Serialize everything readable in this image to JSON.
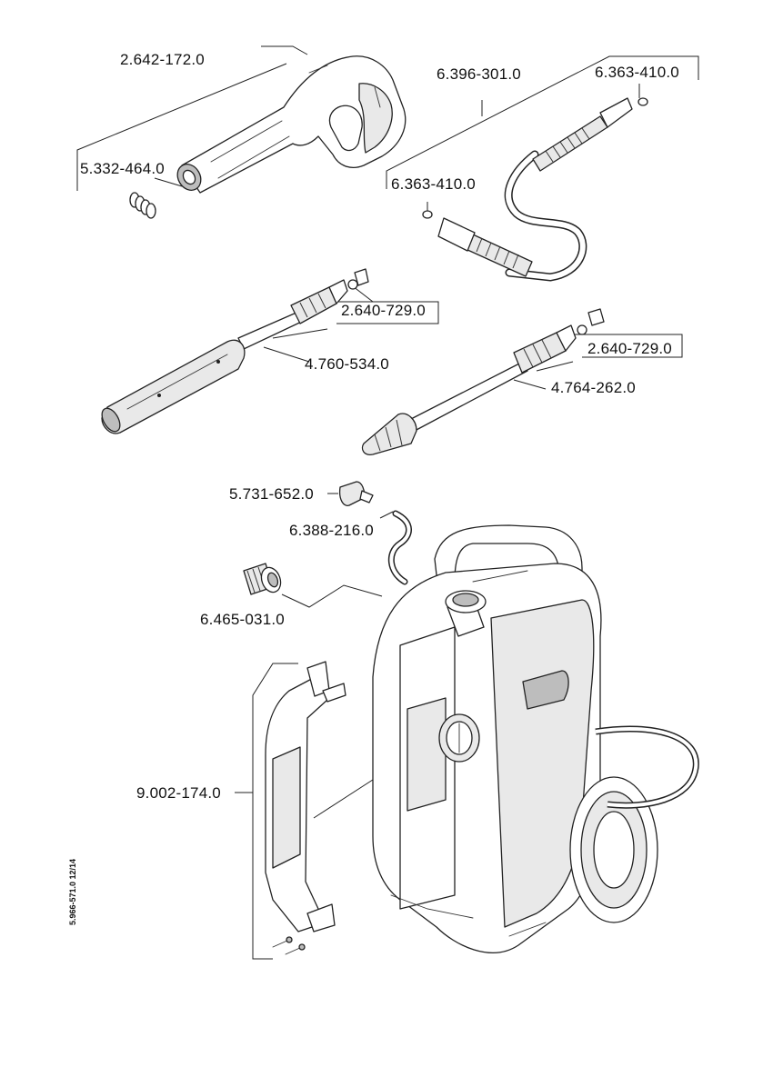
{
  "document_number": "5.966-571.0  12/14",
  "parts": {
    "trigger_gun": "2.642-172.0",
    "spring": "5.332-464.0",
    "hose": "6.396-301.0",
    "oring_top": "6.363-410.0",
    "oring_mid": "6.363-410.0",
    "vario_lance_nozzle": "2.640-729.0",
    "vario_lance": "4.760-534.0",
    "dirt_blaster_nozzle": "2.640-729.0",
    "dirt_blaster": "4.764-262.0",
    "detergent_filter": "5.731-652.0",
    "suction_hose": "6.388-216.0",
    "water_connection": "6.465-031.0",
    "front_panel": "9.002-174.0"
  }
}
